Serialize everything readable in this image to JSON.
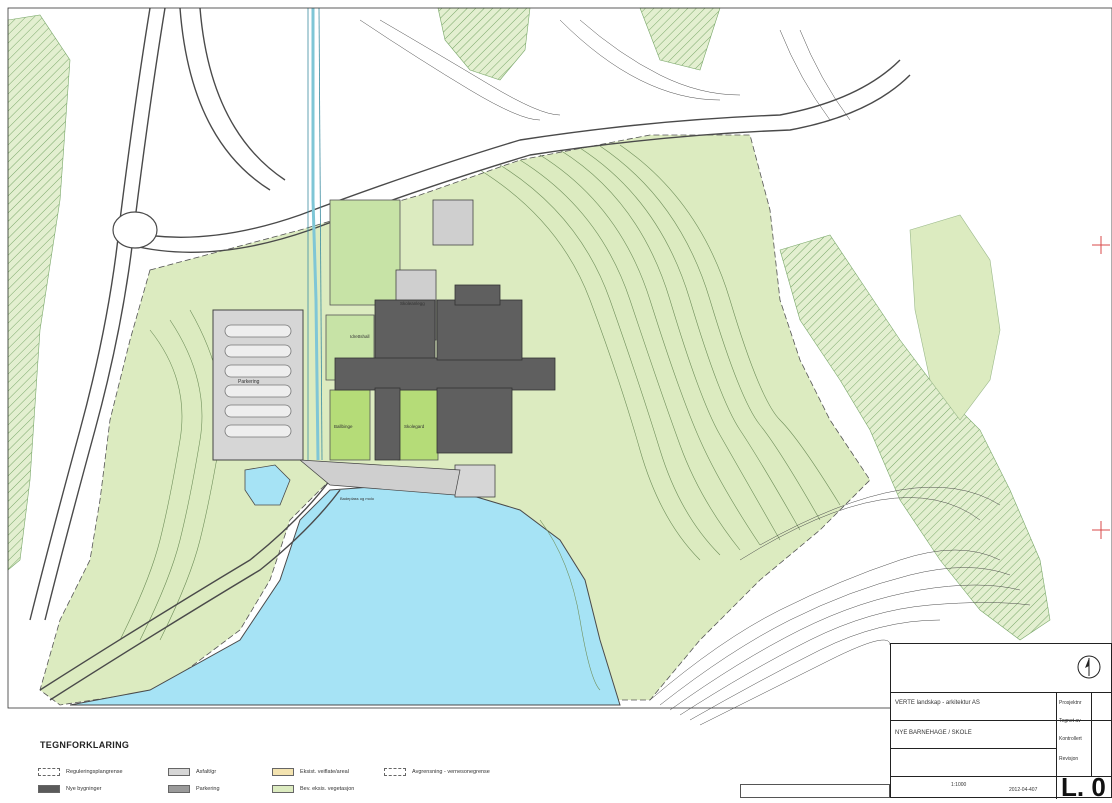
{
  "map": {
    "labels": {
      "building_north": "Skoleanlegg",
      "building_a": "Idrettshall",
      "field_a": "Ballbinge",
      "field_b": "Skolegard",
      "parking": "Parkering",
      "shore": "Badeplass og molo"
    }
  },
  "legend": {
    "title": "TEGNFORKLARING",
    "items": [
      {
        "label": "Reguleringsplangrense",
        "color": "#ffffff"
      },
      {
        "label": "Nye bygninger",
        "color": "#5a5a5a"
      },
      {
        "label": "Asfalt/gr",
        "color": "#d6d6d6"
      },
      {
        "label": "Parkering",
        "color": "#9a9a9a"
      },
      {
        "label": "Eksist. veiflate/areal",
        "color": "#f3e3b0"
      },
      {
        "label": "Bev. eksis. vegetasjon",
        "color": "#dcebc0"
      },
      {
        "label": "Avgrensning - vernesonegrense",
        "color": "#ffffff"
      }
    ]
  },
  "title_block": {
    "firm": "VERTE landskap - arkitektur AS",
    "project": "NYE BARNEHAGE / SKOLE",
    "drawing_no": "L. 0",
    "scale": "1:1000",
    "date": "2012-04-407",
    "rows": [
      "Prosjektnr",
      "Tegnet av",
      "Kontrollert",
      "Revisjon"
    ]
  },
  "colors": {
    "lake": "#a6e3f5",
    "veg": "#dcebc0",
    "veg_dark": "#b9d79a",
    "building": "#5f5f5f",
    "building_light": "#cfcfcf",
    "field": "#c7e3a6",
    "contour": "#4a4a4a",
    "contour_green": "#6f8f5a",
    "stream": "#7fc6d6",
    "road": "#4a4a4a"
  }
}
